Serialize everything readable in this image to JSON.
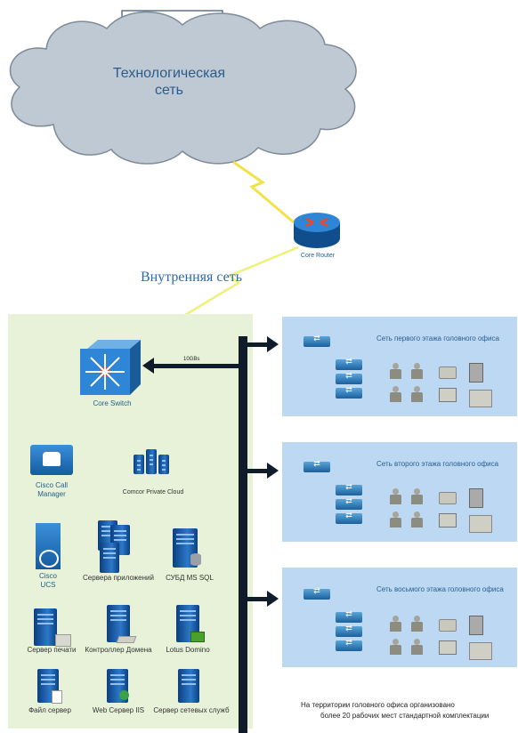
{
  "cloud": {
    "label_line1": "Технологическая",
    "label_line2": "сеть"
  },
  "router": {
    "label": "Core Router"
  },
  "internal_net": {
    "label": "Внутренняя сеть"
  },
  "core_switch": {
    "label": "Core Switch"
  },
  "link": {
    "speed": "10GBs"
  },
  "services": {
    "call_manager_1": "Cisco Call",
    "call_manager_2": "Manager",
    "private_cloud": "Comcor Private Cloud",
    "ucs_1": "Cisco",
    "ucs_2": "UCS",
    "app_servers": "Сервера приложений",
    "dbms": "СУБД MS SQL",
    "print_server": "Сервер печати",
    "domain_controller": "Контроллер Домена",
    "lotus": "Lotus Domino",
    "file_server": "Файл сервер",
    "web_server": "Web Сервер IIS",
    "network_services": "Сервер сетевых служб"
  },
  "floors": [
    {
      "title": "Сеть первого этажа головного офиса"
    },
    {
      "title": "Сеть второго этажа головного офиса"
    },
    {
      "title": "Сеть восьмого этажа головного офиса"
    }
  ],
  "footnote": {
    "line1": "На территории головного офиса  организовано",
    "line2": "более 20  рабочих мест стандартной комплектации"
  },
  "colors": {
    "green_zone": "#e8f2d8",
    "floor_zone": "#bcd8f2",
    "bus": "#111c2b",
    "cloud": "#bfc9d3"
  }
}
